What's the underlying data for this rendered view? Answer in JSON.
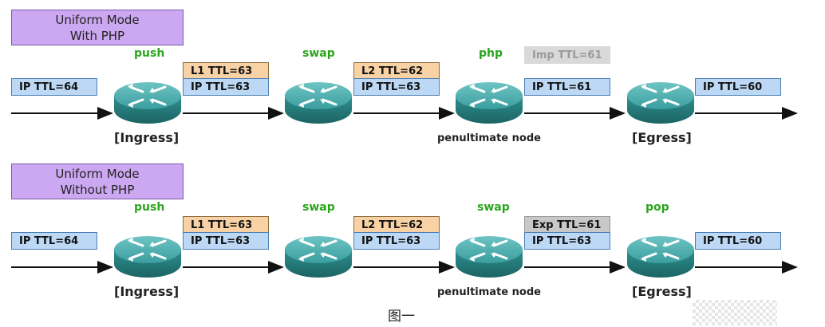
{
  "rows": [
    {
      "mode": [
        "Uniform Mode",
        "With PHP"
      ],
      "ops": [
        "push",
        "swap",
        "php"
      ],
      "labels": {
        "in": "IP TTL=64",
        "l1": "L1 TTL=63",
        "ip1": "IP TTL=63",
        "l2": "L2 TTL=62",
        "ip2": "IP TTL=63",
        "extra": "Imp TTL=61",
        "ip3": "IP TTL=61",
        "out": "IP TTL=60"
      },
      "nodes": [
        "[Ingress]",
        "penultimate node",
        "[Egress]"
      ]
    },
    {
      "mode": [
        "Uniform Mode",
        "Without PHP"
      ],
      "ops": [
        "push",
        "swap",
        "swap",
        "pop"
      ],
      "labels": {
        "in": "IP TTL=64",
        "l1": "L1 TTL=63",
        "ip1": "IP TTL=63",
        "l2": "L2 TTL=62",
        "ip2": "IP TTL=63",
        "extra": "Exp TTL=61",
        "ip3": "IP TTL=63",
        "out": "IP TTL=60"
      },
      "nodes": [
        "[Ingress]",
        "penultimate node",
        "[Egress]"
      ]
    }
  ],
  "caption": "图一",
  "colors": {
    "mode_box": "#cda8f2",
    "label_blue": "#bcd8f5",
    "label_orange": "#f8d2a4",
    "label_gray": "#c8c8c8",
    "op_green": "#2aa51d",
    "router_teal": "#2f8f8f"
  },
  "icons": [
    "router-icon"
  ]
}
